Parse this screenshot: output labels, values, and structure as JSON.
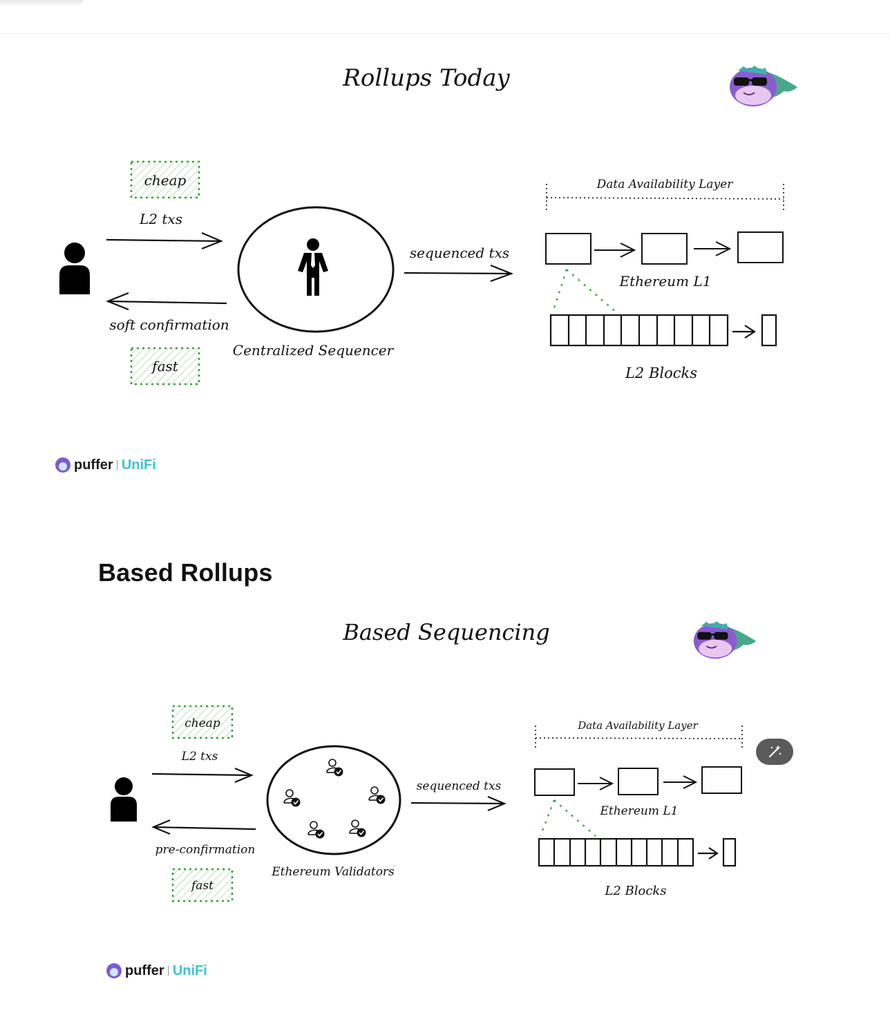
{
  "diagram1": {
    "title": "Rollups Today",
    "cheap": "cheap",
    "l2_txs": "L2 txs",
    "soft_confirmation": "soft confirmation",
    "fast": "fast",
    "sequencer_label": "Centralized Sequencer",
    "sequenced_txs": "sequenced txs",
    "da_layer": "Data Availability Layer",
    "ethereum_l1": "Ethereum L1",
    "l2_blocks": "L2 Blocks"
  },
  "section": {
    "heading": "Based Rollups"
  },
  "diagram2": {
    "title": "Based Sequencing",
    "cheap": "cheap",
    "l2_txs": "L2 txs",
    "pre_confirmation": "pre-confirmation",
    "fast": "fast",
    "validators_label": "Ethereum Validators",
    "sequenced_txs": "sequenced txs",
    "da_layer": "Data Availability Layer",
    "ethereum_l1": "Ethereum L1",
    "l2_blocks": "L2 Blocks"
  },
  "logo": {
    "brand": "puffer",
    "product": "UniFi"
  },
  "colors": {
    "accent_green": "#3a9a3a",
    "unifi_teal": "#3cc4cf",
    "mascot_purple": "#8a5cd0"
  },
  "icons": [
    "user-icon",
    "sequencer-person-icon",
    "validator-icon",
    "mascot-icon",
    "magic-wand-icon"
  ]
}
